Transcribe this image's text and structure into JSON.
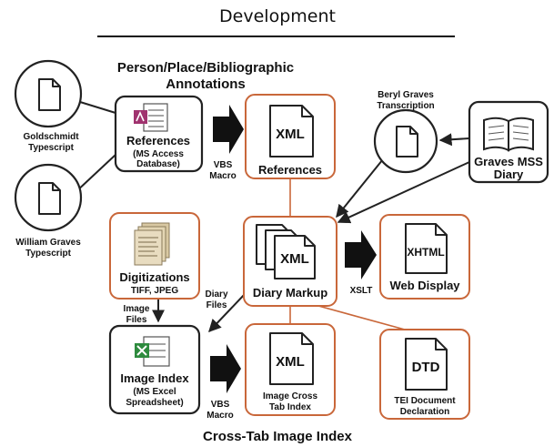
{
  "title": "Development",
  "headings": {
    "top_line1": "Person/Place/Bibliographic",
    "top_line2": "Annotations",
    "bottom": "Cross-Tab Image Index"
  },
  "sources": {
    "goldschmidt_line1": "Goldschmidt",
    "goldschmidt_line2": "Typescript",
    "william_line1": "William Graves",
    "william_line2": "Typescript",
    "beryl_line1": "Beryl Graves",
    "beryl_line2": "Transcription",
    "mss_line1": "Graves MSS",
    "mss_line2": "Diary"
  },
  "boxes": {
    "references_title": "References",
    "references_sub1": "(MS Access",
    "references_sub2": "Database)",
    "references_xml_tag": "XML",
    "references_xml_label": "References",
    "digitizations_title": "Digitizations",
    "digitizations_sub": "TIFF, JPEG",
    "diary_xml_tag": "XML",
    "diary_markup": "Diary Markup",
    "web_tag": "XHTML",
    "web_label": "Web Display",
    "image_index_title": "Image Index",
    "image_index_sub1": "(MS Excel",
    "image_index_sub2": "Spreadsheet)",
    "cross_xml_tag": "XML",
    "cross_label1": "Image Cross",
    "cross_label2": "Tab Index",
    "dtd_tag": "DTD",
    "dtd_label1": "TEI Document",
    "dtd_label2": "Declaration"
  },
  "edge_labels": {
    "vbs_top1": "VBS",
    "vbs_top2": "Macro",
    "vbs_bottom1": "VBS",
    "vbs_bottom2": "Macro",
    "xslt": "XSLT",
    "diary_files1": "Diary",
    "diary_files2": "Files",
    "image_files1": "Image",
    "image_files2": "Files"
  },
  "colors": {
    "accent_orange": "#c9673a",
    "outline_dark": "#222222",
    "access_icon": "#a0336f",
    "excel_icon": "#2e8b3e",
    "parchment": "#e8dcc0"
  }
}
